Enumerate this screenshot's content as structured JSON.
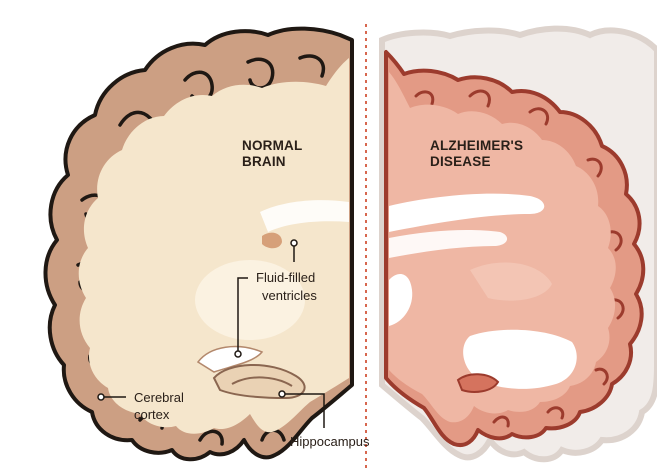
{
  "diagram": {
    "left_panel": {
      "title_line1": "NORMAL",
      "title_line2": "BRAIN"
    },
    "right_panel": {
      "title_line1": "ALZHEIMER'S",
      "title_line2": "DISEASE"
    },
    "labels": {
      "ventricles_line1": "Fluid-filled",
      "ventricles_line2": "ventricles",
      "cortex_line1": "Cerebral",
      "cortex_line2": "cortex",
      "hippocampus": "Hippocampus"
    },
    "colors": {
      "normal_outer": "#cc9f83",
      "normal_inner": "#f5e6cc",
      "normal_stroke": "#1f1813",
      "alz_outer": "#e39a85",
      "alz_inner": "#efb7a4",
      "alz_stroke": "#9c3b2d",
      "divider": "#d7674f",
      "ghost_outline": "#ddd3cd"
    }
  }
}
